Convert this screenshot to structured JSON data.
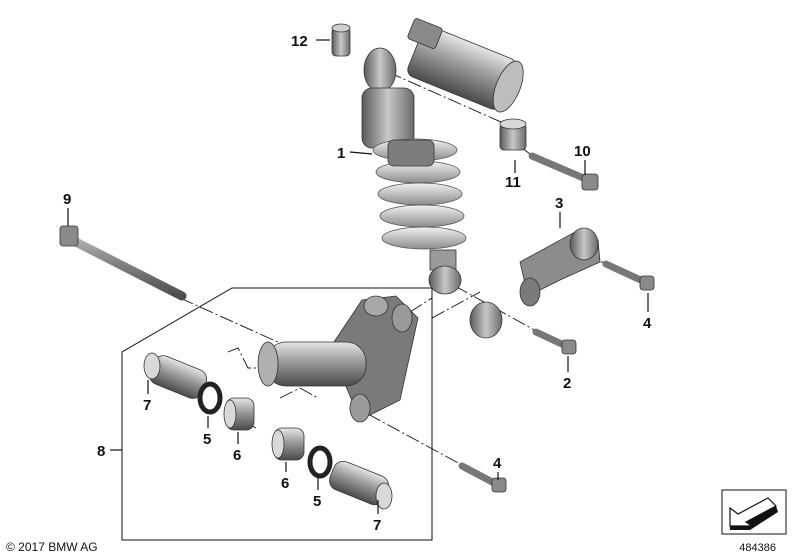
{
  "callouts": {
    "c1": "1",
    "c2": "2",
    "c3": "3",
    "c4a": "4",
    "c4b": "4",
    "c5a": "5",
    "c5b": "5",
    "c6a": "6",
    "c6b": "6",
    "c7a": "7",
    "c7b": "7",
    "c8": "8",
    "c9": "9",
    "c10": "10",
    "c11": "11",
    "c12": "12"
  },
  "footer": {
    "copyright": "© 2017 BMW AG",
    "doc_number": "484386"
  },
  "icons": {
    "nav": "arrow-icon"
  }
}
